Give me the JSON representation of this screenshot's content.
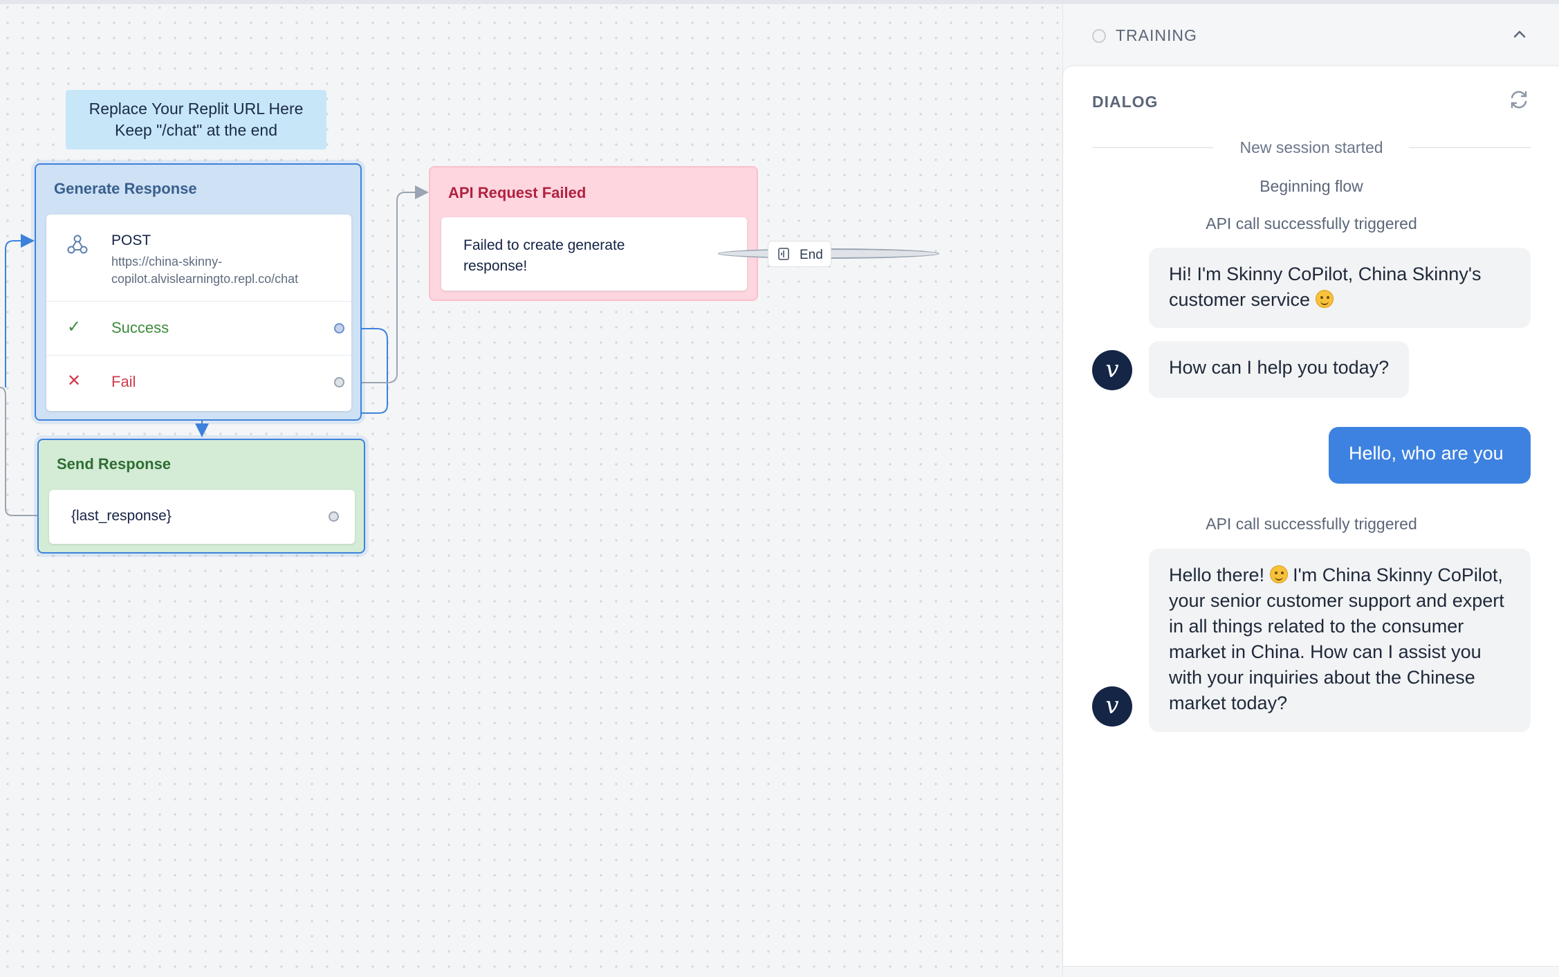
{
  "canvas": {
    "note": {
      "line1": "Replace Your Replit URL Here",
      "line2": "Keep \"/chat\" at the end"
    },
    "generate_block": {
      "title": "Generate Response",
      "method": "POST",
      "url": "https://china-skinny-copilot.alvislearningto.repl.co/chat",
      "success_label": "Success",
      "fail_label": "Fail"
    },
    "send_block": {
      "title": "Send Response",
      "text": "{last_response}"
    },
    "fail_block": {
      "title": "API Request Failed",
      "text": "Failed to create generate response!"
    },
    "end_label": "End"
  },
  "panel": {
    "training_label": "TRAINING",
    "dialog_label": "DIALOG",
    "session_started": "New session started",
    "beginning_flow": "Beginning flow",
    "api_triggered_1": "API call successfully triggered",
    "bot_msg_1": "Hi! I'm Skinny CoPilot, China Skinny's customer service",
    "bot_msg_2": "How can I help you today?",
    "user_msg_1": "Hello, who are you",
    "api_triggered_2": "API call successfully triggered",
    "bot_msg_3a": "Hello there!",
    "bot_msg_3b": "I'm China Skinny CoPilot, your senior customer support and expert in all things related to the consumer market in China. How can I assist you with your inquiries about the Chinese market today?",
    "avatar_letter": "v"
  },
  "colors": {
    "accent": "#3d82e0",
    "success": "#3c8a3c",
    "fail": "#d23a4d"
  }
}
